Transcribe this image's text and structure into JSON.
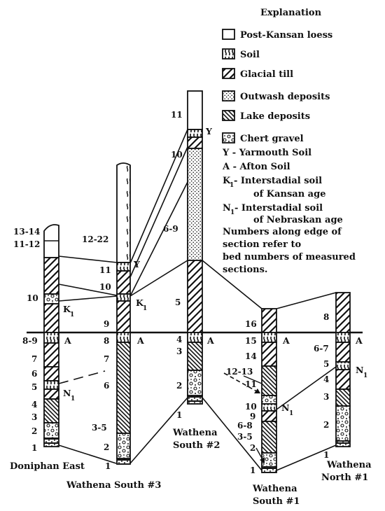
{
  "explanation": {
    "title": "Explanation",
    "items": [
      {
        "pattern": "loess",
        "label": "Post-Kansan loess"
      },
      {
        "pattern": "soil",
        "label": "Soil"
      },
      {
        "pattern": "till",
        "label": "Glacial till"
      },
      {
        "pattern": "outwash",
        "label": "Outwash deposits"
      },
      {
        "pattern": "lake",
        "label": "Lake deposits"
      },
      {
        "pattern": "chert",
        "label": "Chert gravel"
      }
    ],
    "notes": [
      "Y - Yarmouth Soil",
      "A - Afton Soil",
      "K",
      "1",
      " - Interstadial soil",
      "of Kansan age",
      "N",
      "1",
      " - Interstadial soil",
      "of Nebraskan age",
      "Numbers along edge of",
      "section refer to",
      "bed numbers of measured",
      "sections."
    ]
  },
  "sections": {
    "doniphan_east": {
      "caption": "Doniphan East",
      "beds": [
        "13-14",
        "11-12",
        "10",
        "8-9",
        "7",
        "6",
        "5",
        "4",
        "3",
        "2",
        "1"
      ]
    },
    "wathena_south_3": {
      "caption": "Wathena South #3",
      "beds": [
        "12-22",
        "11",
        "10",
        "9",
        "8",
        "7",
        "6",
        "3-5",
        "2",
        "1"
      ]
    },
    "wathena_south_2": {
      "caption_line1": "Wathena",
      "caption_line2": "South #2",
      "beds": [
        "11",
        "10",
        "6-9",
        "5",
        "4",
        "3",
        "2",
        "1"
      ]
    },
    "wathena_south_1": {
      "caption_line1": "Wathena",
      "caption_line2": "South #1",
      "beds": [
        "16",
        "15",
        "14",
        "12-13",
        "11",
        "10",
        "9",
        "6-8",
        "3-5",
        "2",
        "1"
      ]
    },
    "wathena_north_1": {
      "caption_line1": "Wathena",
      "caption_line2": "North #1",
      "beds": [
        "8",
        "6-7",
        "5",
        "4",
        "3",
        "2",
        "1"
      ]
    }
  },
  "markers": {
    "Y": "Y",
    "A": "A",
    "K": "K",
    "N": "N",
    "sub": "1"
  }
}
